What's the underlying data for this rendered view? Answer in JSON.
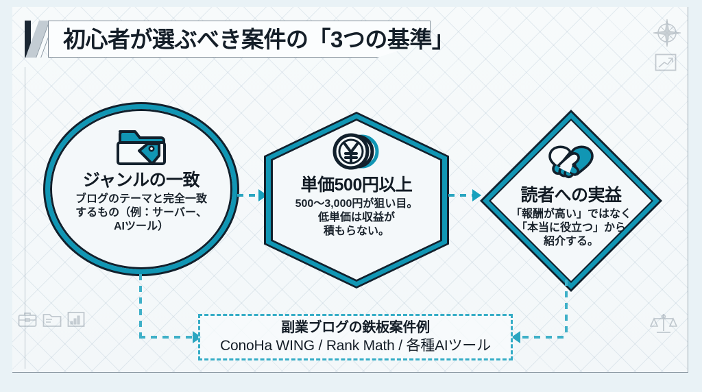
{
  "banner": {
    "title": "初心者が選ぶべき案件の「3つの基準」"
  },
  "nodes": [
    {
      "id": "genre",
      "shape": "circle",
      "icon": "folder-tag-icon",
      "heading": "ジャンルの一致",
      "body": "ブログのテーマと完全一致\nするもの（例：サーバー、\nAIツール）"
    },
    {
      "id": "price",
      "shape": "hexagon",
      "icon": "yen-coins-icon",
      "heading": "単価500円以上",
      "body": "500〜3,000円が狙い目。\n低単価は収益が\n積もらない。"
    },
    {
      "id": "value",
      "shape": "diamond",
      "icon": "handshake-heart-icon",
      "heading": "読者への実益",
      "body": "「報酬が高い」ではなく\n「本当に役立つ」から\n紹介する。"
    }
  ],
  "example_box": {
    "heading": "副業ブログの鉄板案件例",
    "list": "ConoHa WING / Rank Math / 各種AIツール"
  },
  "decorations": [
    {
      "name": "compass-icon"
    },
    {
      "name": "chart-frame-icon"
    },
    {
      "name": "scales-icon"
    },
    {
      "name": "briefcase-icon"
    },
    {
      "name": "folder-icon"
    },
    {
      "name": "bar-chart-icon"
    }
  ],
  "colors": {
    "teal": "#1196b4",
    "teal_light": "#2aa5c0",
    "navy": "#12202c",
    "panel_bg": "#f4f8fa",
    "page_bg": "#e9f2f6"
  }
}
